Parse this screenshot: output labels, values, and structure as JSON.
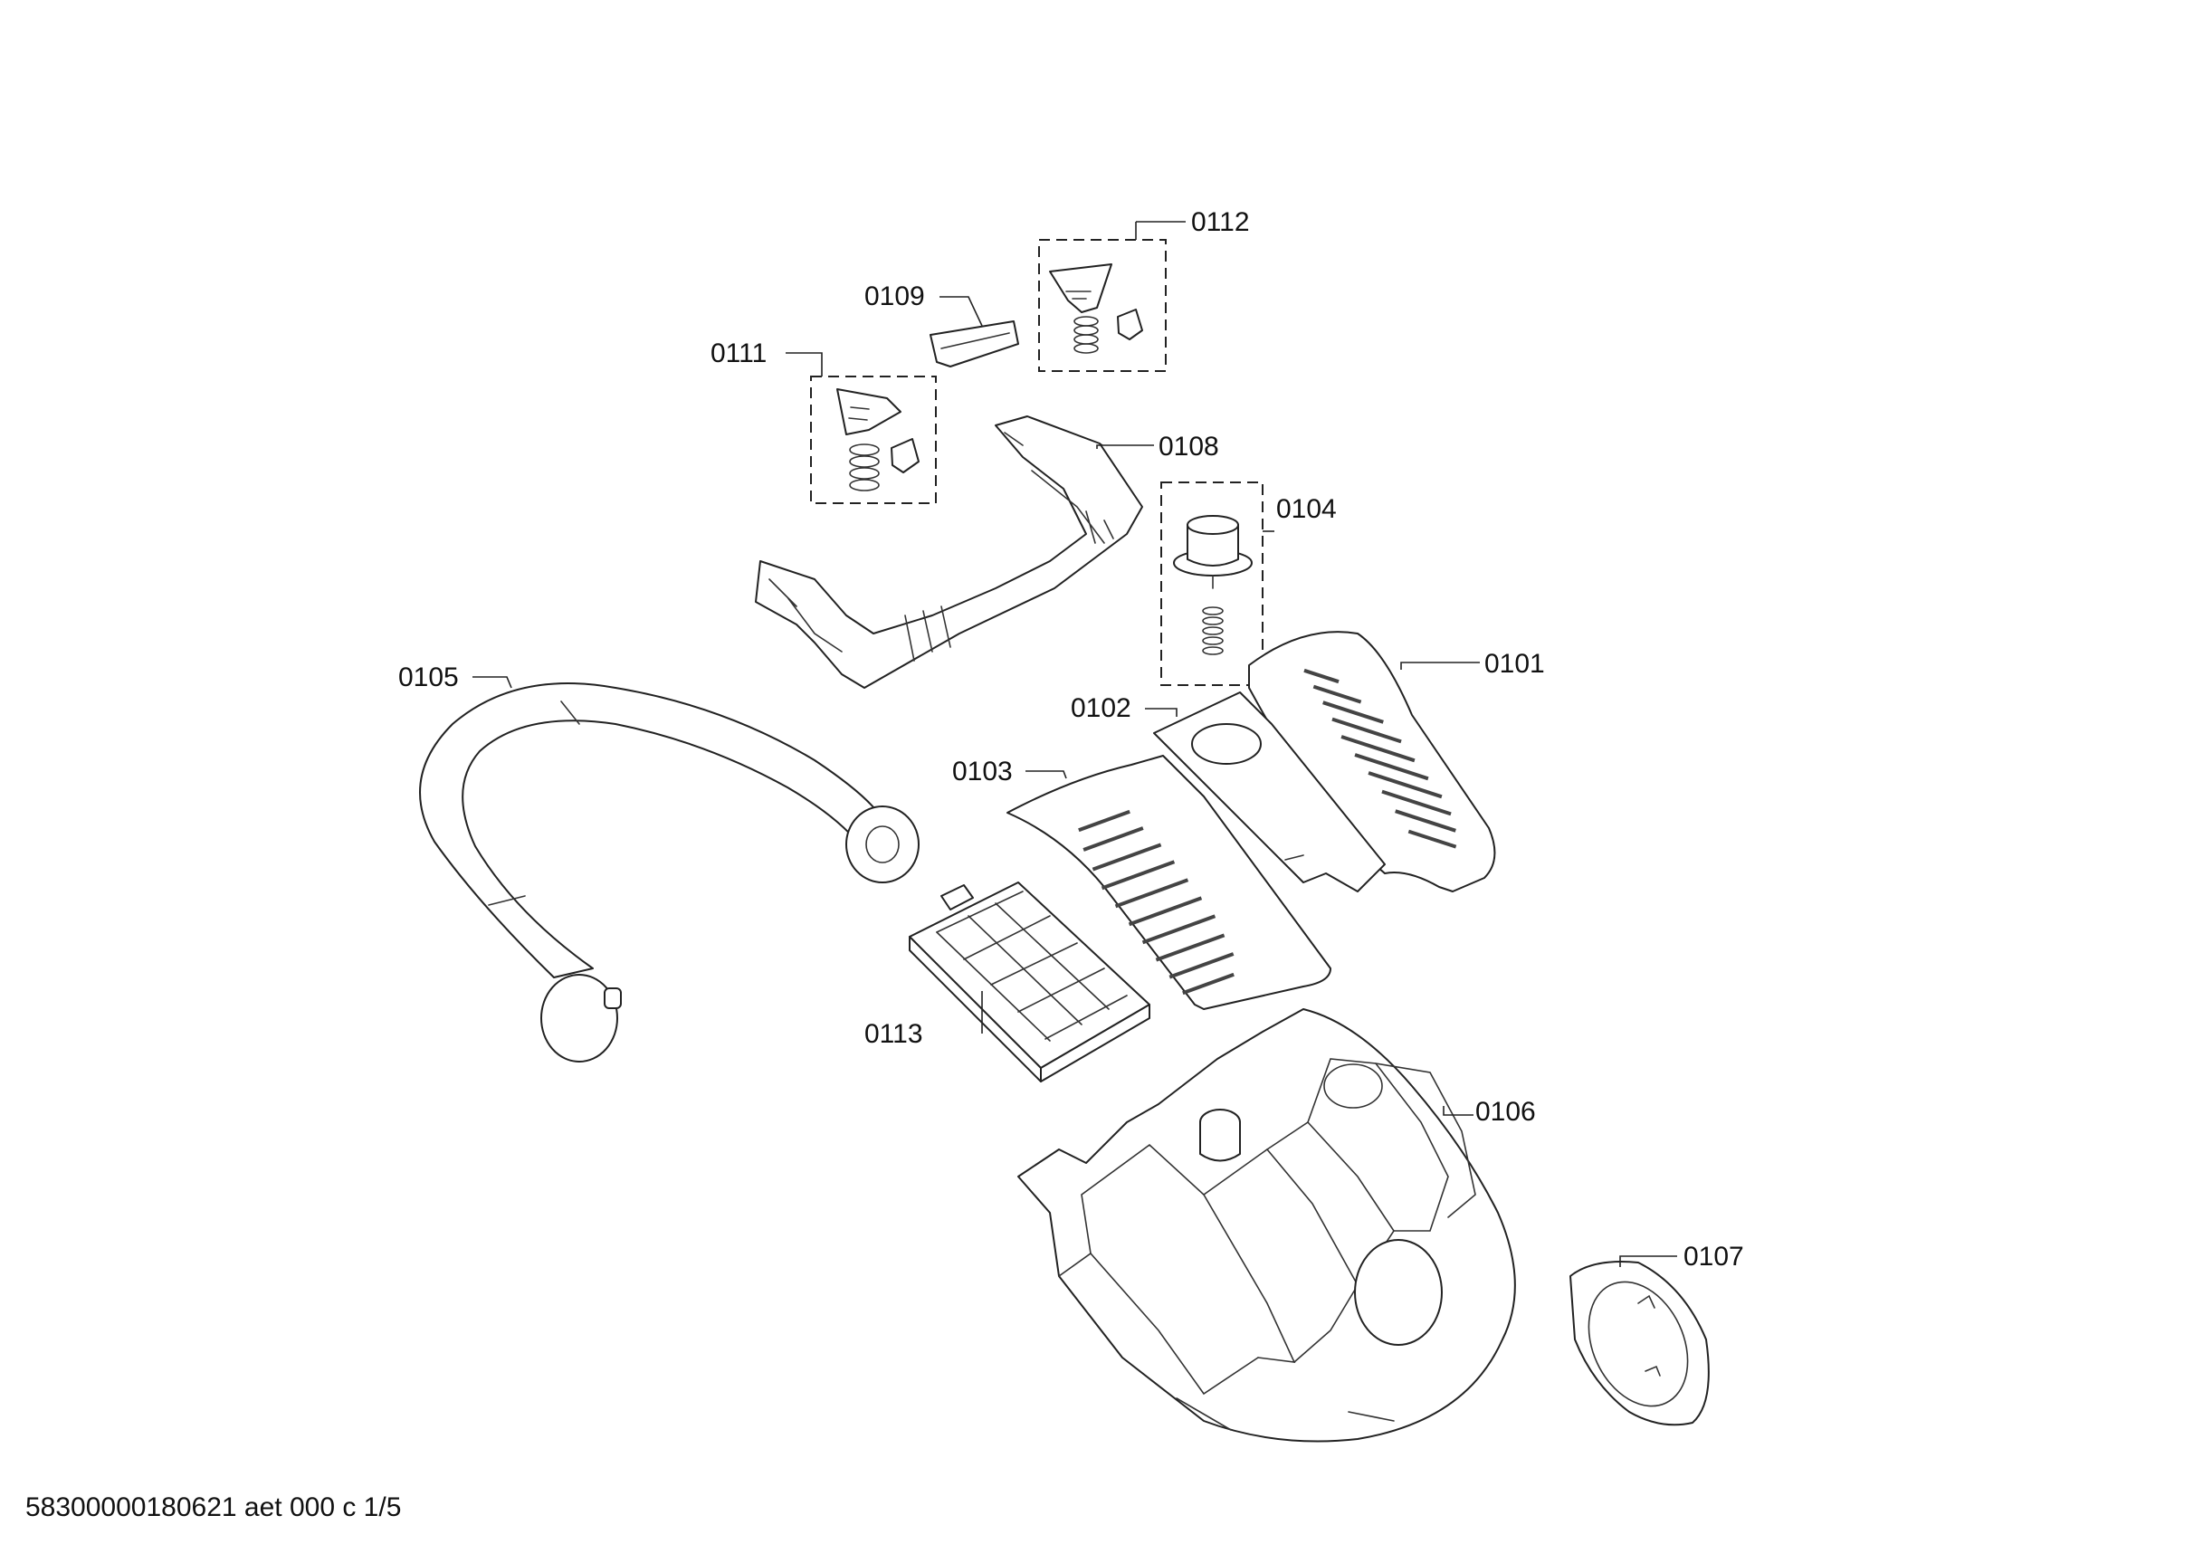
{
  "labels": {
    "p0101": "0101",
    "p0102": "0102",
    "p0103": "0103",
    "p0104": "0104",
    "p0105": "0105",
    "p0106": "0106",
    "p0107": "0107",
    "p0108": "0108",
    "p0109": "0109",
    "p0111": "0111",
    "p0112": "0112",
    "p0113": "0113"
  },
  "footer": "58300000180621 aet 000 c 1/5"
}
